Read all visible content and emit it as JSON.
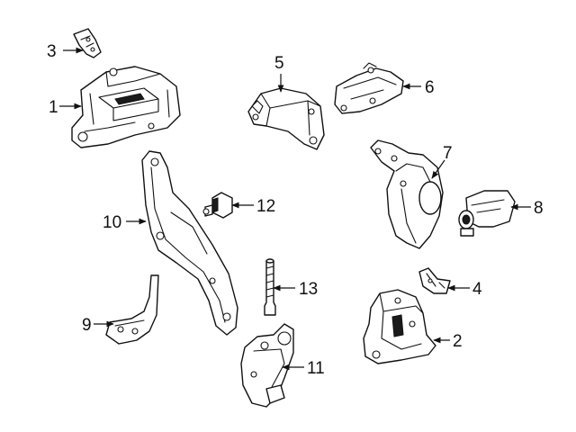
{
  "callouts": [
    {
      "id": "1",
      "label": "1"
    },
    {
      "id": "2",
      "label": "2"
    },
    {
      "id": "3",
      "label": "3"
    },
    {
      "id": "4",
      "label": "4"
    },
    {
      "id": "5",
      "label": "5"
    },
    {
      "id": "6",
      "label": "6"
    },
    {
      "id": "7",
      "label": "7"
    },
    {
      "id": "8",
      "label": "8"
    },
    {
      "id": "9",
      "label": "9"
    },
    {
      "id": "10",
      "label": "10"
    },
    {
      "id": "11",
      "label": "11"
    },
    {
      "id": "12",
      "label": "12"
    },
    {
      "id": "13",
      "label": "13"
    }
  ],
  "colors": {
    "line": "#111111",
    "background": "#ffffff"
  }
}
